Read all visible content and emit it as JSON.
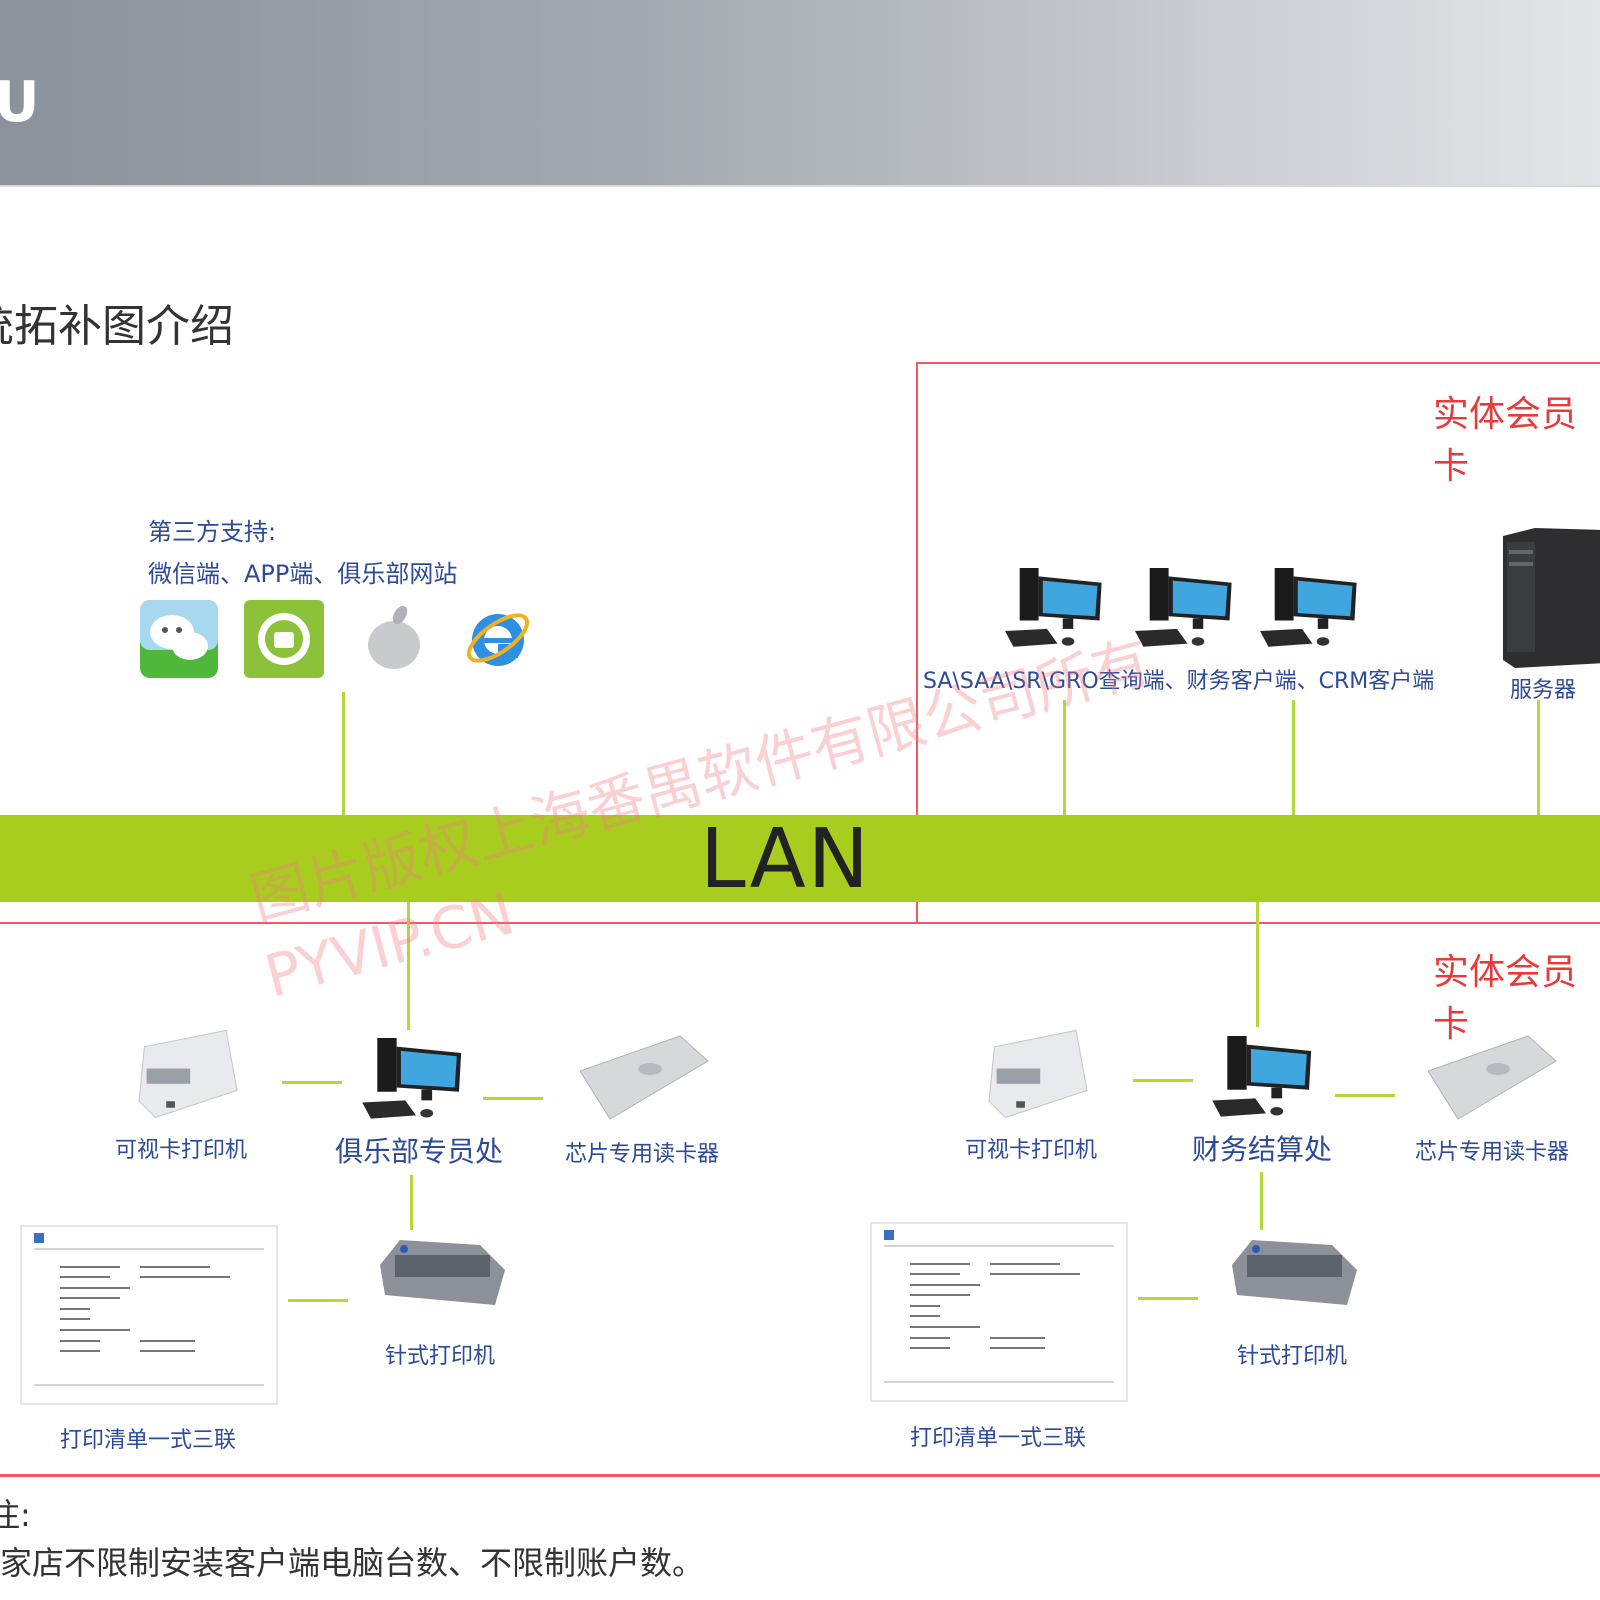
{
  "header": {
    "letter": "U"
  },
  "title": "统拓补图介绍",
  "third_party": {
    "heading": "第三方支持:",
    "items": "微信端、APP端、俱乐部网站"
  },
  "zones": {
    "top_label": "实体会员卡",
    "bottom_label": "实体会员卡"
  },
  "lan": {
    "label": "LAN",
    "color": "#a9cd1f"
  },
  "server_zone": {
    "clients_label": "SA\\SAA\\SR\\GRO查询端、财务客户端、CRM客户端",
    "server_label": "服务器"
  },
  "left_group": {
    "card_printer": "可视卡打印机",
    "station": "俱乐部专员处",
    "reader": "芯片专用读卡器",
    "receipt": "打印清单一式三联",
    "dot_printer": "针式打印机"
  },
  "right_group": {
    "card_printer": "可视卡打印机",
    "station": "财务结算处",
    "reader": "芯片专用读卡器",
    "receipt": "打印清单一式三联",
    "dot_printer": "针式打印机"
  },
  "note": {
    "heading": "注:",
    "text": "家店不限制安装客户端电脑台数、不限制账户数。"
  },
  "watermark": {
    "line1": "图片版权上海番禺软件有限公司所有",
    "line2": "PYVIP.CN"
  }
}
